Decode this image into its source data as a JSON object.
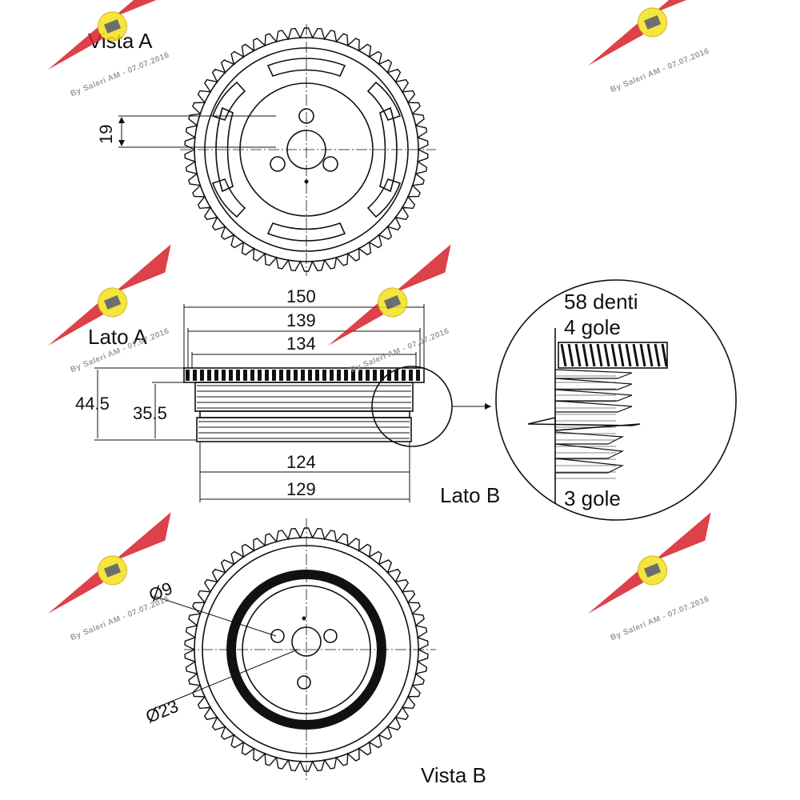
{
  "views": {
    "top_label": "Vista A",
    "bottom_label": "Vista B",
    "side_a_label": "Lato A",
    "side_b_label": "Lato B"
  },
  "dimensions": {
    "offset_19": "19",
    "dia_150": "150",
    "dia_139": "139",
    "dia_134": "134",
    "dia_124": "124",
    "dia_129": "129",
    "width_44_5": "44.5",
    "width_35_5": "35.5",
    "hole_9": "Ø9",
    "bore_23": "Ø23"
  },
  "detail": {
    "teeth": "58 denti",
    "grooves_a": "4 gole",
    "grooves_b": "3 gole"
  },
  "watermark": {
    "text": "By Saleri AM - 07.07.2016",
    "count": 6,
    "wing_color": "#d8202a",
    "badge_color": "#f4e21a"
  }
}
